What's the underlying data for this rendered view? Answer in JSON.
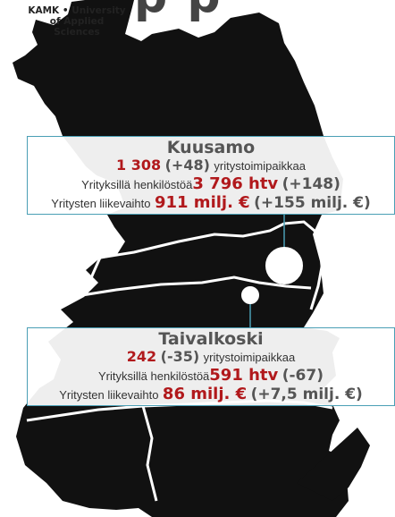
{
  "logo": {
    "line1": "KAMK • University",
    "line2": "of Applied Sciences"
  },
  "title_fragment": "p p",
  "kuusamo": {
    "name": "Kuusamo",
    "workplaces": {
      "value": "1 308",
      "change": "(+48)",
      "label": "yritystoimipaikkaa"
    },
    "staff": {
      "label": "Yrityksillä henkilöstöä",
      "value": "3 796 htv",
      "change": "(+148)"
    },
    "turnover": {
      "label": "Yritysten liikevaihto",
      "value": "911 milj. €",
      "change": "(+155 milj. €)"
    }
  },
  "taivalkoski": {
    "name": "Taivalkoski",
    "workplaces": {
      "value": "242",
      "change": "(-35)",
      "label": "yritystoimipaikkaa"
    },
    "staff": {
      "label": "Yrityksillä henkilöstöä",
      "value": "591 htv",
      "change": "(-67)"
    },
    "turnover": {
      "label": "Yritysten liikevaihto",
      "value": "86 milj. €",
      "change": "(+7,5 milj. €)"
    }
  },
  "colors": {
    "map": "#111111",
    "highlight": "#b1191c",
    "border": "#4a9fb5",
    "connector": "#4a9fb5"
  }
}
